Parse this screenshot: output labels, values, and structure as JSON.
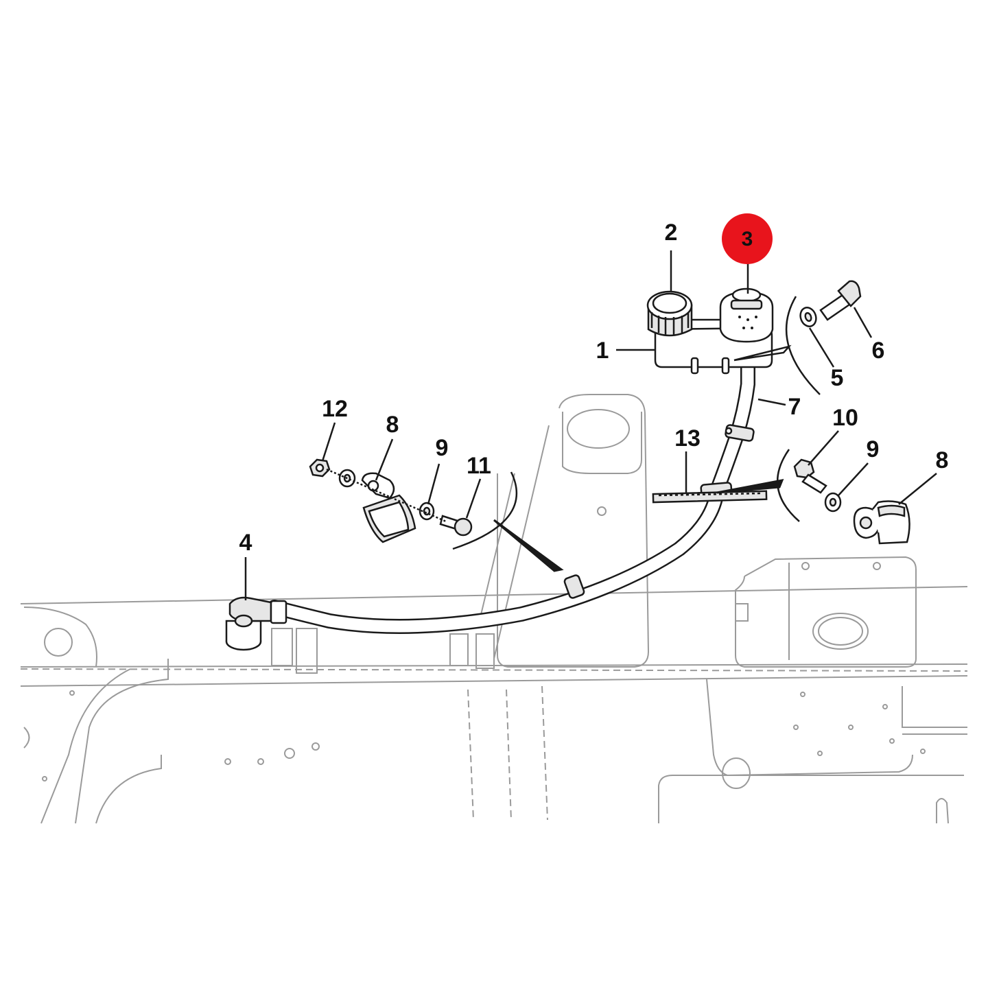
{
  "diagram": {
    "highlight_color": "#e8141c",
    "line_color": "#1a1a1a",
    "ghost_color": "#9a9a9a",
    "callouts": [
      {
        "id": "c1",
        "label": "1"
      },
      {
        "id": "c2",
        "label": "2"
      },
      {
        "id": "c3",
        "label": "3",
        "highlighted": true
      },
      {
        "id": "c4",
        "label": "4"
      },
      {
        "id": "c5",
        "label": "5"
      },
      {
        "id": "c6",
        "label": "6"
      },
      {
        "id": "c7",
        "label": "7"
      },
      {
        "id": "c8a",
        "label": "8"
      },
      {
        "id": "c8b",
        "label": "8"
      },
      {
        "id": "c9a",
        "label": "9"
      },
      {
        "id": "c9b",
        "label": "9"
      },
      {
        "id": "c10",
        "label": "10"
      },
      {
        "id": "c11",
        "label": "11"
      },
      {
        "id": "c12",
        "label": "12"
      },
      {
        "id": "c13",
        "label": "13"
      }
    ]
  }
}
